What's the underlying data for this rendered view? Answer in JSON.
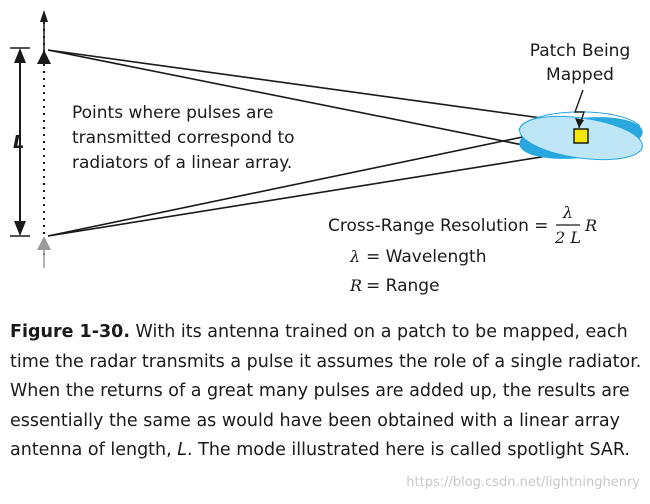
{
  "labels": {
    "patch_title": [
      "Patch Being",
      "Mapped"
    ],
    "points_note": [
      "Points where pulses are",
      "transmitted correspond to",
      "radiators of a linear array."
    ],
    "length_symbol": "L",
    "equation_lhs": "Cross-Range Resolution =",
    "frac_num": "λ",
    "frac_den": "2 L",
    "frac_tail": "R",
    "lambda_def_sym": "λ",
    "lambda_def_text": "= Wavelength",
    "r_def_sym": "R",
    "r_def_text": "= Range"
  },
  "caption": {
    "figure_label": "Figure 1-30.",
    "part1": " With its antenna trained on a patch to be mapped, each time the radar transmits a pulse it assumes the role of a single radiator. When the returns of a great many pulses are added up, the results are essentially the same as would have been obtained with a linear array antenna of length, ",
    "length_symbol": "L",
    "part2": ". The mode illustrated here is called spotlight SAR."
  },
  "watermark": "https://blog.csdn.net/lightninghenry",
  "colors": {
    "patch_fill": "#bfe6f6",
    "patch_back": "#29a8e0",
    "marker": "#f3e600",
    "antenna_top": "#1a1a1a",
    "antenna_bottom": "#9a9a9a"
  }
}
